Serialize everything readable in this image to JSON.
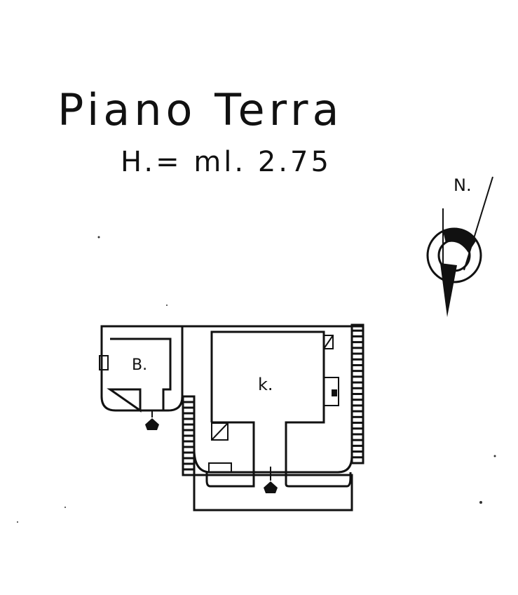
{
  "title": "Piano Terra",
  "height_label": "H.= ml. 2.75",
  "north_label": "N.",
  "rooms": [
    {
      "id": "bathroom",
      "label": "B."
    },
    {
      "id": "kitchen",
      "label": "k."
    }
  ],
  "colors": {
    "ink": "#111111",
    "paper": "#ffffff"
  }
}
